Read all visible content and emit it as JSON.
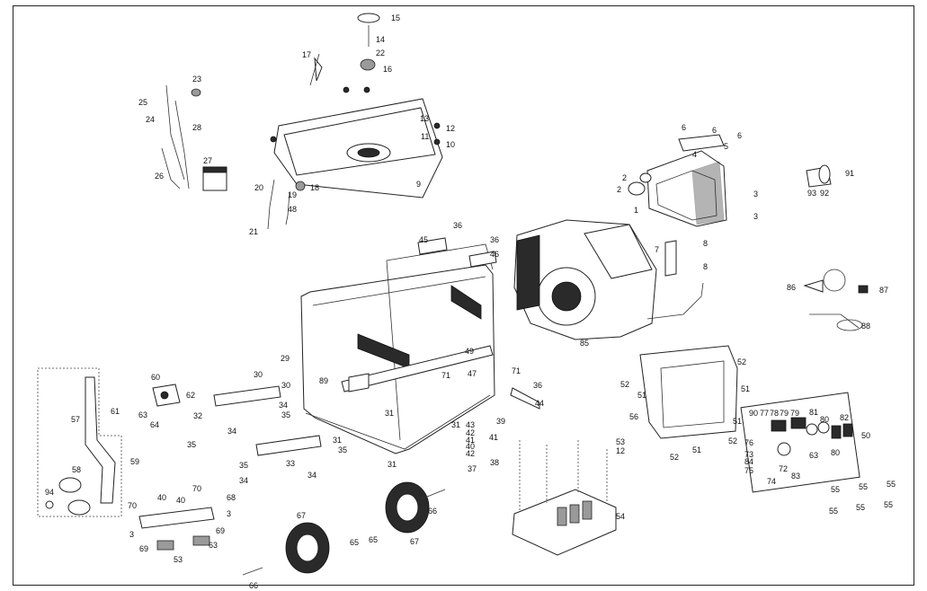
{
  "callouts": [
    "1",
    "2",
    "3",
    "4",
    "5",
    "6",
    "7",
    "8",
    "9",
    "10",
    "11",
    "12",
    "13",
    "14",
    "15",
    "16",
    "17",
    "18",
    "19",
    "20",
    "21",
    "22",
    "23",
    "24",
    "25",
    "26",
    "27",
    "28",
    "29",
    "30",
    "31",
    "32",
    "33",
    "34",
    "35",
    "36",
    "37",
    "38",
    "39",
    "40",
    "41",
    "42",
    "43",
    "44",
    "45",
    "46",
    "47",
    "48",
    "49",
    "50",
    "51",
    "52",
    "53",
    "54",
    "55",
    "56",
    "57",
    "58",
    "59",
    "60",
    "61",
    "62",
    "63",
    "64",
    "65",
    "66",
    "67",
    "68",
    "69",
    "70",
    "71",
    "72",
    "73",
    "74",
    "75",
    "76",
    "77",
    "78",
    "79",
    "80",
    "81",
    "82",
    "83",
    "84",
    "85",
    "86",
    "87",
    "88",
    "89",
    "90",
    "91",
    "92",
    "93",
    "94"
  ]
}
